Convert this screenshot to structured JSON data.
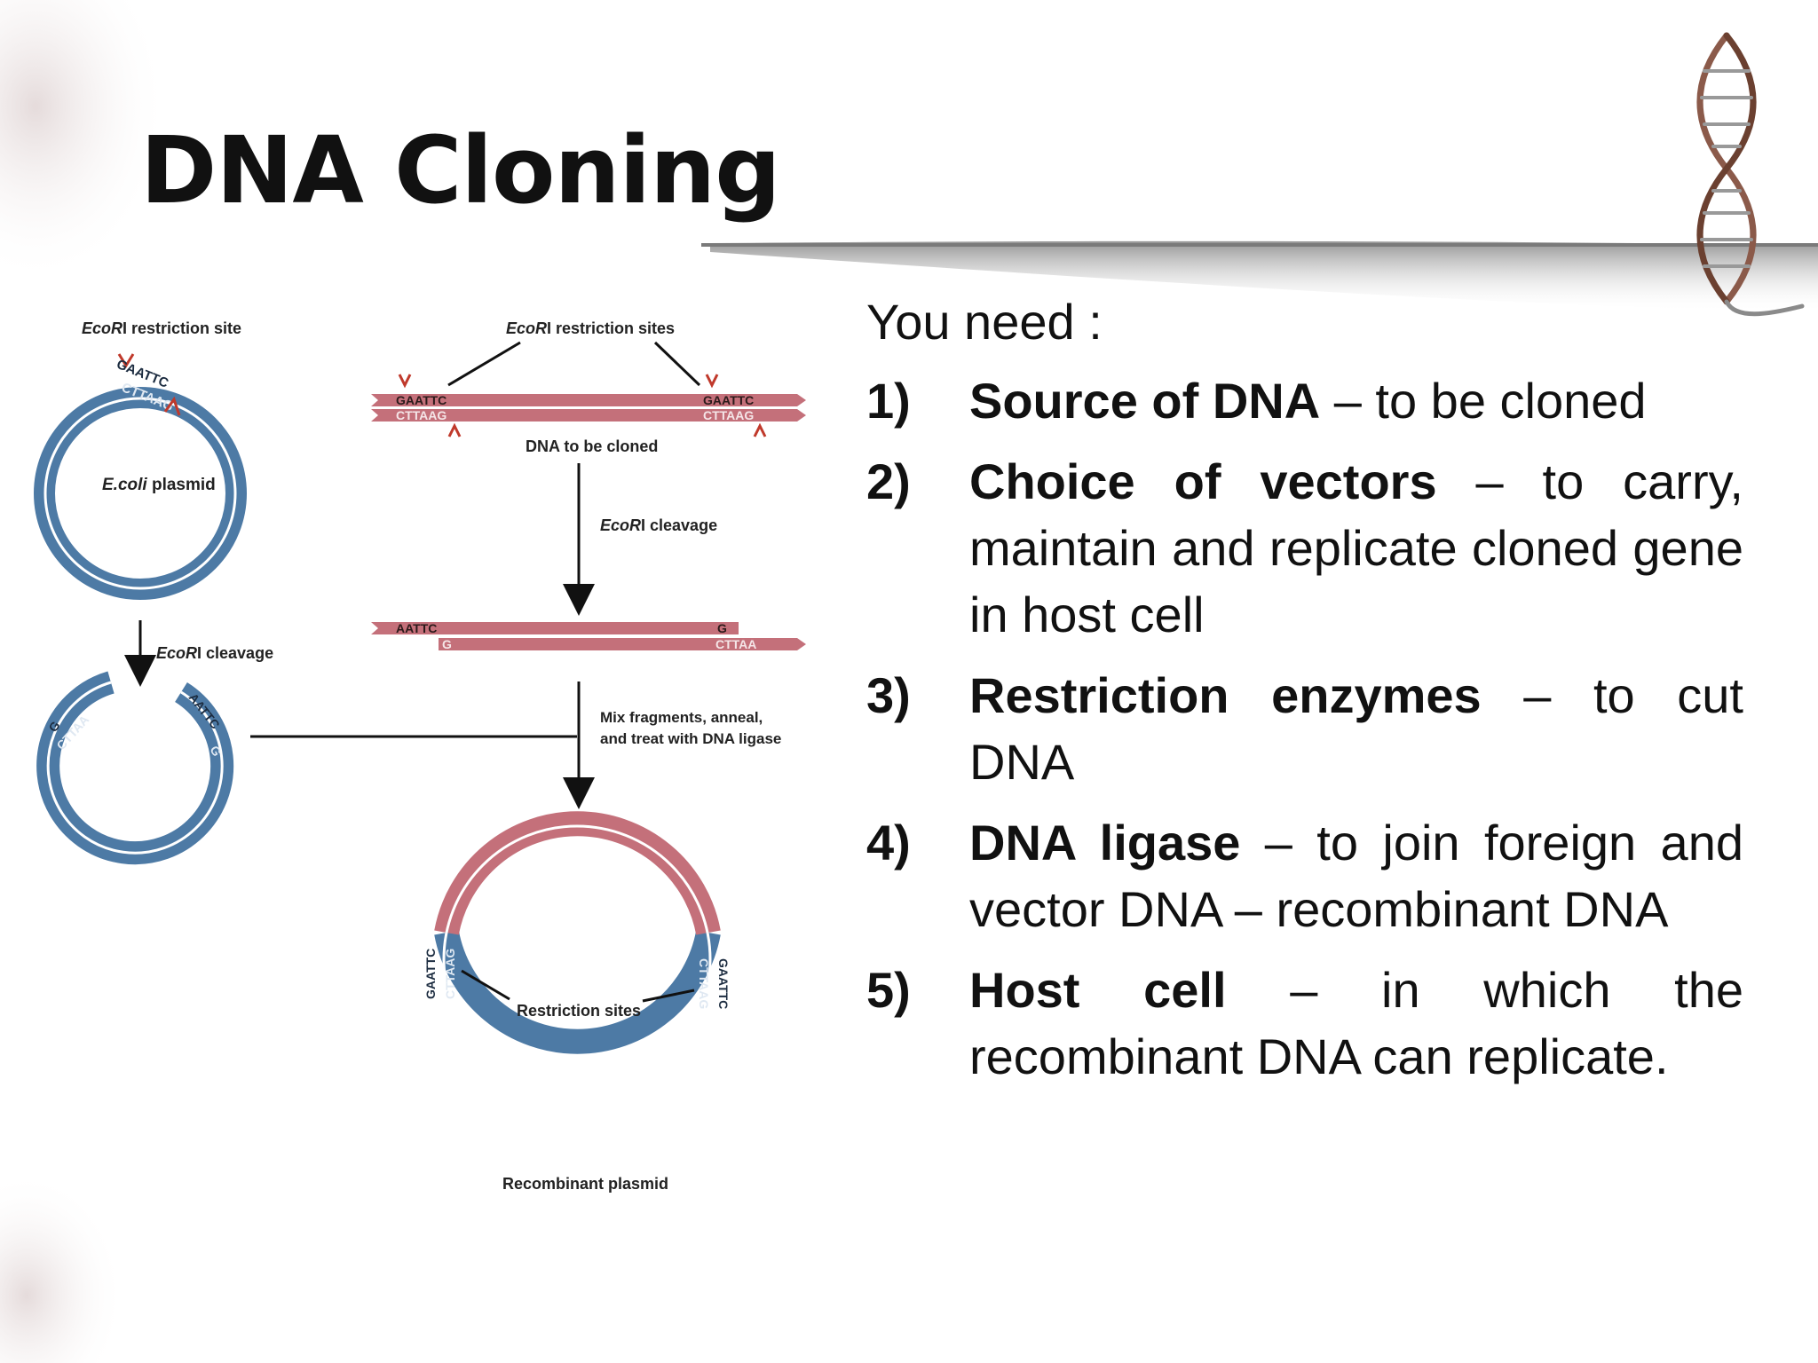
{
  "slide": {
    "title": "DNA Cloning",
    "intro": "You need :",
    "requirements": [
      {
        "num": "1)",
        "term": "Source of DNA",
        "desc": " – to be cloned"
      },
      {
        "num": "2)",
        "term": "Choice of vectors",
        "desc": " – to carry, maintain and replicate cloned gene in host cell"
      },
      {
        "num": "3)",
        "term": "Restriction enzymes",
        "desc": " – to cut DNA"
      },
      {
        "num": "4)",
        "term": "DNA ligase",
        "desc": " – to join foreign and vector DNA – recombinant DNA"
      },
      {
        "num": "5)",
        "term": "Host cell",
        "desc": " – in which the recombinant DNA can replicate."
      }
    ]
  },
  "figure": {
    "labels": {
      "ecori_site_prefix": "EcoR",
      "ecori_site_suffix": "I restriction site",
      "ecori_sites_prefix": "EcoR",
      "ecori_sites_suffix": "I restriction sites",
      "ecoli_prefix": "E.coli",
      "ecoli_suffix": " plasmid",
      "dna_to_be_cloned": "DNA to be cloned",
      "cleavage_prefix": "EcoR",
      "cleavage_suffix": "I cleavage",
      "cleavage2_prefix": "EcoR",
      "cleavage2_suffix": "I cleavage",
      "mix_line1": "Mix fragments, anneal,",
      "mix_line2": "and treat with DNA ligase",
      "restriction_sites": "Restriction sites",
      "recombinant_plasmid": "Recombinant plasmid"
    },
    "sequences": {
      "gaattc": "GAATTC",
      "cttaag": "CTTAAG",
      "aattc": "AATTC",
      "g": "G",
      "cttaa": "CTTAA"
    },
    "colors": {
      "vector": "#4d7aa5",
      "insert": "#c4707a"
    }
  }
}
